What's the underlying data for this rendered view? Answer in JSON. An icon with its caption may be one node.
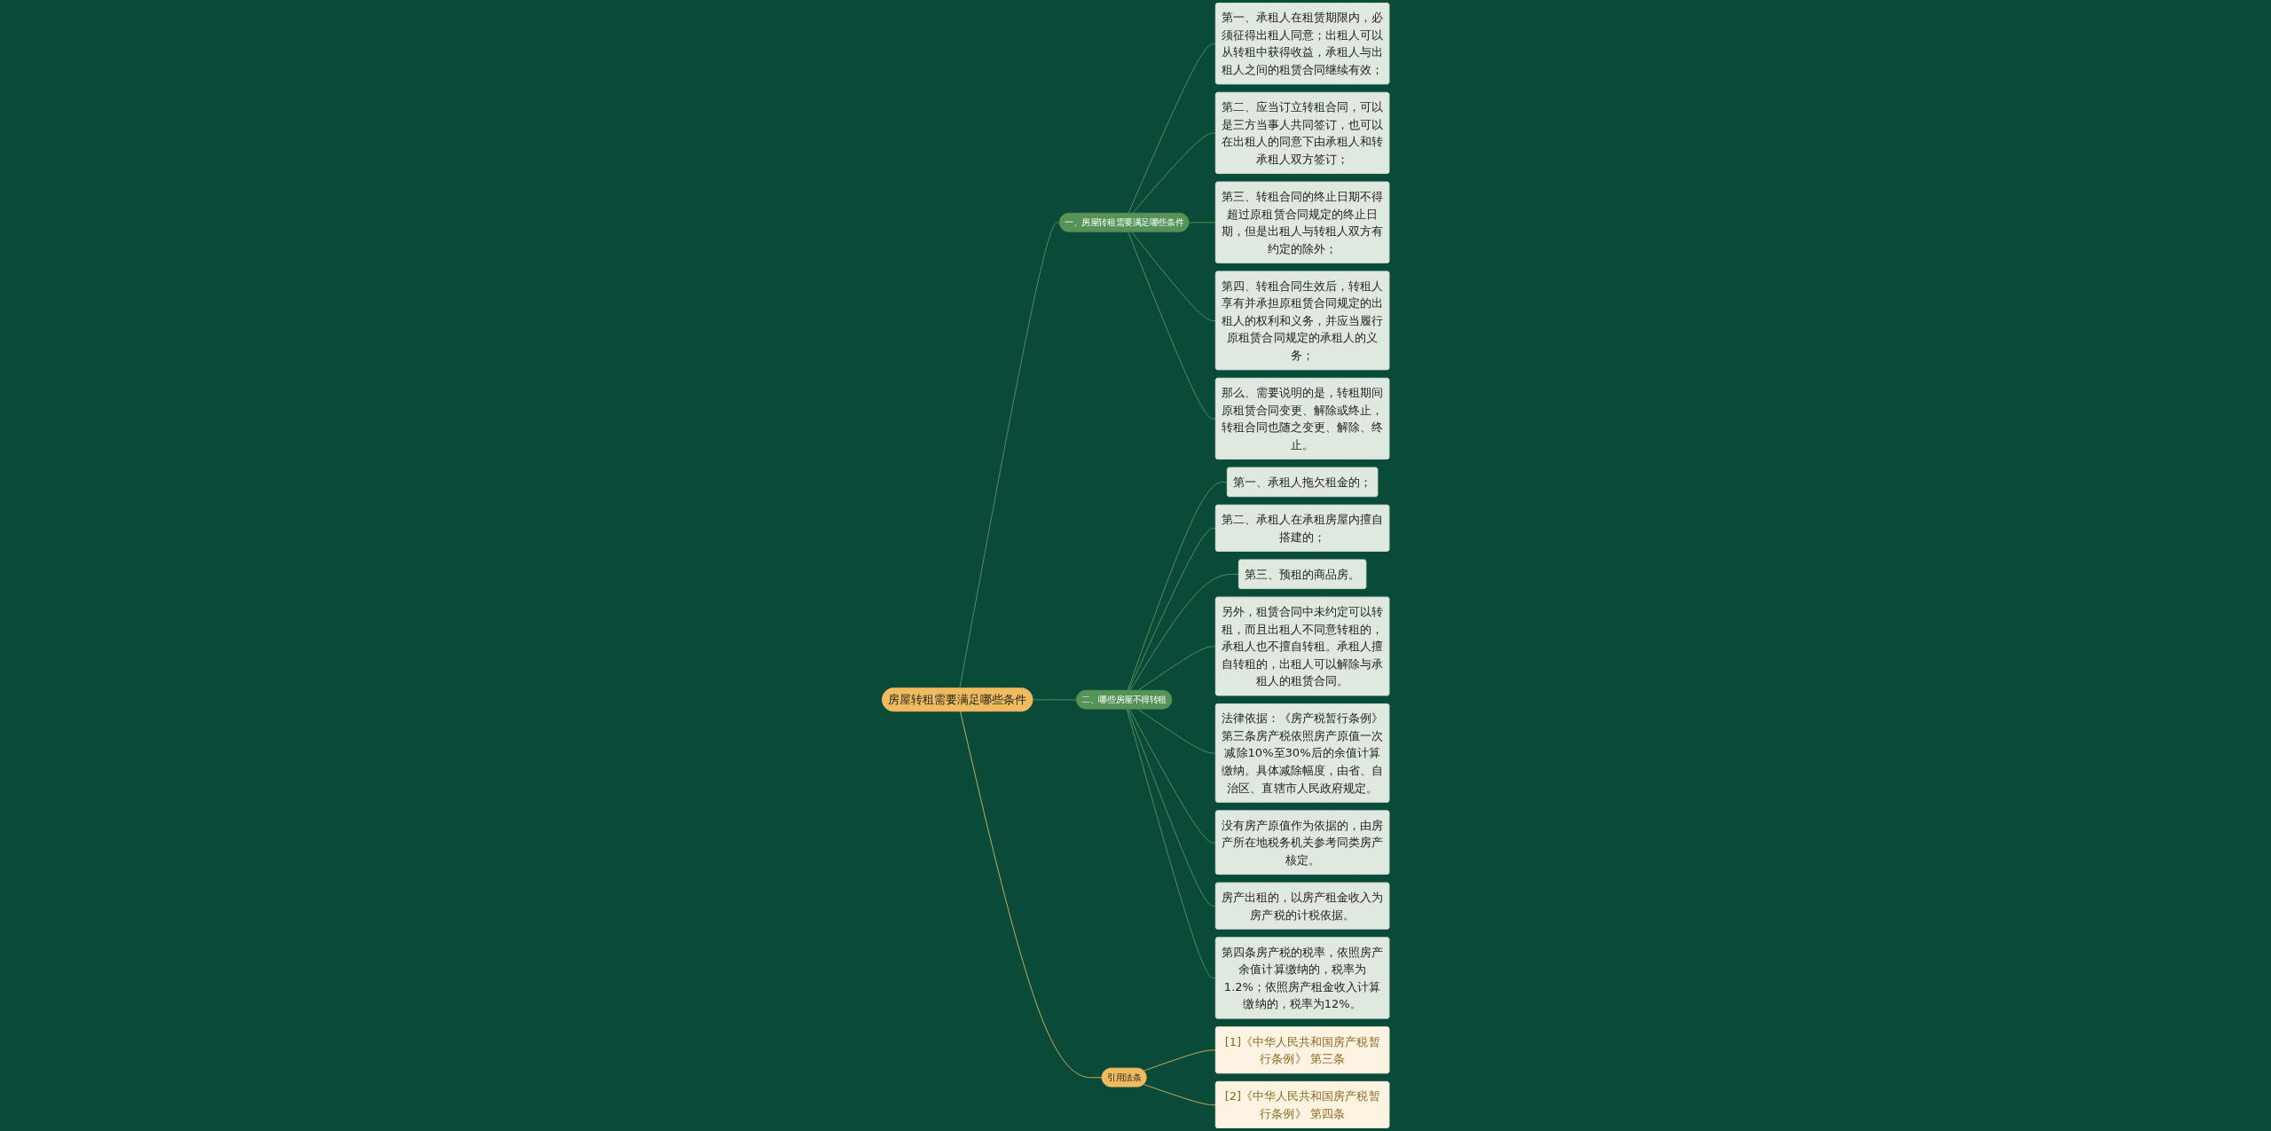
{
  "diagram": {
    "nodes": [
      {
        "text": [
          "房屋转租需要满足哪些条件"
        ]
      },
      {
        "text": [
          "一、房屋转租需要满足哪些条件"
        ]
      },
      {
        "text": [
          "第一、承租人在租赁期限内，必须征得出租人同意；出租人可以从转租中获得收益，承租人与出租人之间的租赁合同继续有效；"
        ]
      },
      {
        "text": [
          "第二、应当订立转租合同，可以是三方当事人共同签订，也可以在出租人的同意下由承租人和转承租人双方签订；"
        ]
      },
      {
        "text": [
          "第三、转租合同的终止日期不得超过原租赁合同规定的终止日期，但是出租人与转租人双方有约定的除外；"
        ]
      },
      {
        "text": [
          "第四、转租合同生效后，转租人享有并承担原租赁合同规定的出租人的权利和义务，并应当履行原租赁合同规定的承租人的义务；"
        ]
      },
      {
        "text": [
          "那么、需要说明的是，转租期间原租赁合同变更、解除或终止，转租合同也随之变更、解除、终止。"
        ]
      },
      {
        "text": [
          "二、哪些房屋不得转租"
        ]
      },
      {
        "text": [
          "第一、承租人拖欠租金的；"
        ]
      },
      {
        "text": [
          "第二、承租人在承租房屋内擅自搭建的；"
        ]
      },
      {
        "text": [
          "第三、预租的商品房。"
        ]
      },
      {
        "text": [
          "另外，租赁合同中未约定可以转租，而且出租人不同意转租的，承租人也不擅自转租。承租人擅自转租的，出租人可以解除与承租人的租赁合同。"
        ]
      },
      {
        "text": [
          "法律依据：《房产税暂行条例》第三条房产税依照房产原值一次减除10%至30%后的余值计算缴纳。具体减除幅度，由省、自治区、直辖市人民政府规定。"
        ]
      },
      {
        "text": [
          "没有房产原值作为依据的，由房产所在地税务机关参考同类房产核定。"
        ]
      },
      {
        "text": [
          "房产出租的，以房产租金收入为房产税的计税依据。"
        ]
      },
      {
        "text": [
          "第四条房产税的税率，依照房产余值计算缴纳的，税率为1.2%；依照房产租金收入计算缴纳的，税率为12%。"
        ]
      },
      {
        "text": [
          "引用法条"
        ]
      },
      {
        "text": [
          "[1]《中华人民共和国房产税暂行条例》 第三条"
        ]
      },
      {
        "text": [
          "[2]《中华人民共和国房产税暂行条例》 第四条"
        ]
      }
    ],
    "edges": [
      {
        "from": 0,
        "to": 1,
        "arrow": "none"
      },
      {
        "from": 1,
        "to": 2,
        "arrow": "none"
      },
      {
        "from": 1,
        "to": 3,
        "arrow": "none"
      },
      {
        "from": 1,
        "to": 4,
        "arrow": "none"
      },
      {
        "from": 1,
        "to": 5,
        "arrow": "none"
      },
      {
        "from": 1,
        "to": 6,
        "arrow": "none"
      },
      {
        "from": 0,
        "to": 7,
        "arrow": "none"
      },
      {
        "from": 7,
        "to": 8,
        "arrow": "none"
      },
      {
        "from": 7,
        "to": 9,
        "arrow": "none"
      },
      {
        "from": 7,
        "to": 10,
        "arrow": "none"
      },
      {
        "from": 7,
        "to": 11,
        "arrow": "none"
      },
      {
        "from": 7,
        "to": 12,
        "arrow": "none"
      },
      {
        "from": 7,
        "to": 13,
        "arrow": "none"
      },
      {
        "from": 7,
        "to": 14,
        "arrow": "none"
      },
      {
        "from": 7,
        "to": 15,
        "arrow": "none"
      },
      {
        "from": 0,
        "to": 16,
        "arrow": "none",
        "color": "#e8b85c"
      },
      {
        "from": 16,
        "to": 17,
        "arrow": "none",
        "color": "#e8b85c"
      },
      {
        "from": 16,
        "to": 18,
        "arrow": "none",
        "color": "#e8b85c"
      }
    ]
  }
}
